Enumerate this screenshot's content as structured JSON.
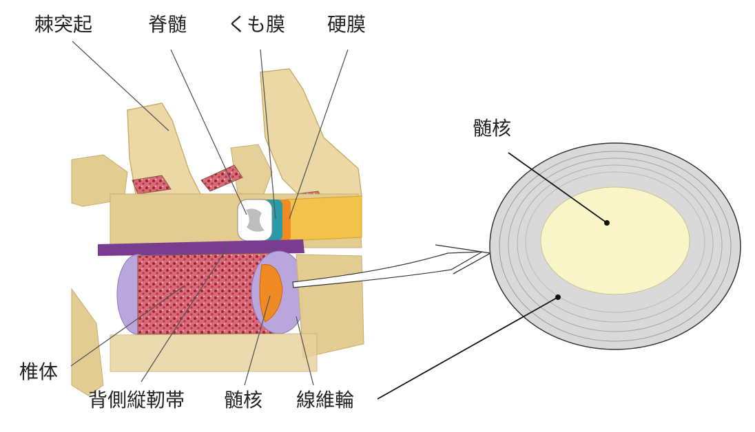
{
  "labels": {
    "spinous_process": "棘突起",
    "spinal_cord": "脊髄",
    "arachnoid": "くも膜",
    "dura": "硬膜",
    "nucleus_right": "髄核",
    "vertebral_body": "椎体",
    "posterior_ligament": "背側縦靭帯",
    "nucleus_bottom": "髄核",
    "annulus": "線維輪"
  },
  "colors": {
    "bone": "#e8d29c",
    "bone_shadow": "#c9ad6c",
    "marrow": "#b5324a",
    "disc_purple": "#b9a6dc",
    "ligament": "#7a3c8f",
    "nucleus_orange": "#f08a24",
    "nerve_yellow": "#f2c24a",
    "dura_teal": "#2a9aa8",
    "annulus_gray": "#d9d9d9",
    "nucleus_pale": "#f8f6c8"
  }
}
